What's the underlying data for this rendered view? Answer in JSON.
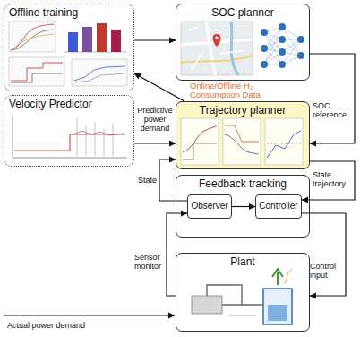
{
  "diagram": {
    "nodes": [
      {
        "text": [
          "Offline training"
        ]
      },
      {
        "text": [
          "SOC planner"
        ]
      },
      {
        "text": [
          "Velocity Predictor"
        ]
      },
      {
        "text": [
          "Trajectory planner"
        ]
      },
      {
        "text": [
          "Feedback tracking"
        ]
      },
      {
        "text": [
          "Observer"
        ],
        "in": 4
      },
      {
        "text": [
          "Controller"
        ],
        "in": 4
      },
      {
        "text": [
          "Plant"
        ]
      }
    ],
    "edges": [
      {
        "from": 0,
        "to": 1,
        "arrow": "to"
      },
      {
        "from": 3,
        "to": 0,
        "arrow": "to"
      },
      {
        "from": 1,
        "to": 3,
        "label": "SOC reference",
        "arrow": "to"
      },
      {
        "from": 2,
        "to": 3,
        "label": "Predictive power demand",
        "arrow": "to"
      },
      {
        "from": 5,
        "to": 3,
        "label": "State",
        "arrow": "to"
      },
      {
        "from": 3,
        "to": 6,
        "label": "State trajectory",
        "arrow": "to"
      },
      {
        "from": 5,
        "to": 6,
        "arrow": "to"
      },
      {
        "from": 6,
        "to": 7,
        "label": "Control input",
        "arrow": "to"
      },
      {
        "from": 7,
        "to": 5,
        "label": "Sensor monitor",
        "arrow": "to"
      }
    ],
    "labels": [
      "Online/Offline H₂ Consumption Data",
      "Actual power demand"
    ]
  }
}
